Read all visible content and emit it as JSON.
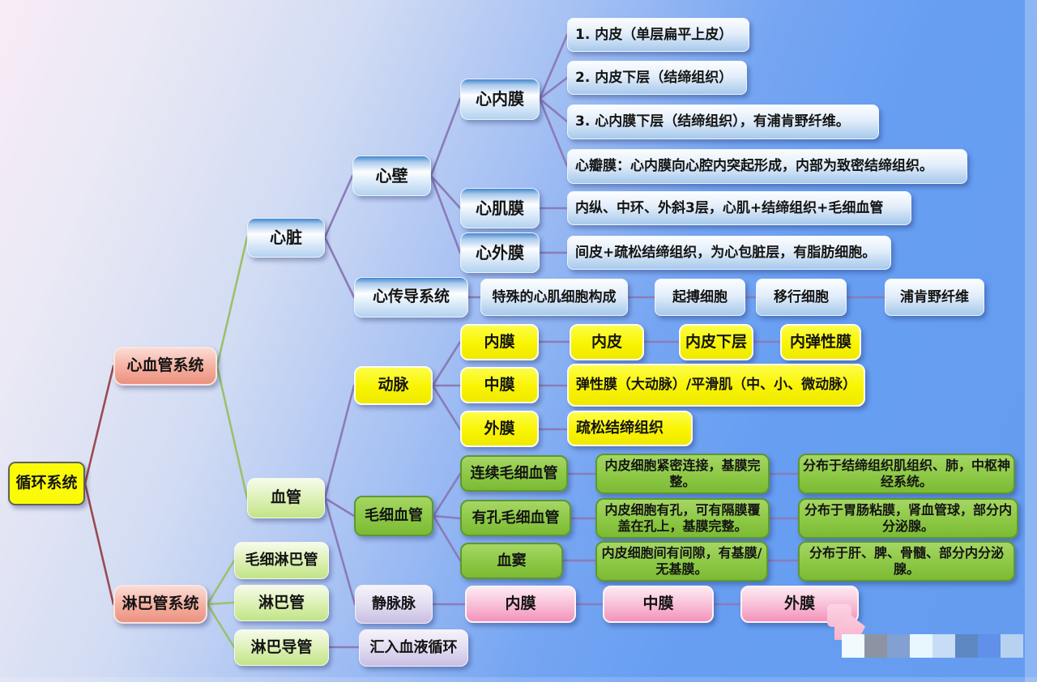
{
  "mindmap": {
    "root": "循环系统",
    "cardiovascular": {
      "label": "心血管系统",
      "heart": {
        "label": "心脏",
        "wall": {
          "label": "心壁",
          "endocardium": {
            "label": "心内膜",
            "items": [
              "1. 内皮（单层扁平上皮）",
              "2. 内皮下层（结缔组织）",
              "3. 心内膜下层（结缔组织），有浦肯野纤维。",
              "心瓣膜：心内膜向心腔内突起形成，内部为致密结缔组织。"
            ]
          },
          "myocardium": {
            "label": "心肌膜",
            "desc": "内纵、中环、外斜3层，心肌+结缔组织+毛细血管"
          },
          "epicardium": {
            "label": "心外膜",
            "desc": "间皮+疏松结缔组织，为心包脏层，有脂肪细胞。"
          }
        },
        "conduction": {
          "label": "心传导系统",
          "desc": "特殊的心肌细胞构成",
          "cells": [
            "起搏细胞",
            "移行细胞",
            "浦肯野纤维"
          ]
        }
      },
      "vessels": {
        "label": "血管",
        "artery": {
          "label": "动脉",
          "intima": {
            "label": "内膜",
            "layers": [
              "内皮",
              "内皮下层",
              "内弹性膜"
            ]
          },
          "media": {
            "label": "中膜",
            "desc": "弹性膜（大动脉）/平滑肌（中、小、微动脉）"
          },
          "adventitia": {
            "label": "外膜",
            "desc": "疏松结缔组织"
          }
        },
        "capillary": {
          "label": "毛细血管",
          "types": [
            {
              "label": "连续毛细血管",
              "desc": "内皮细胞紧密连接，基膜完整。",
              "distribution": "分布于结缔组织肌组织、肺，中枢神经系统。"
            },
            {
              "label": "有孔毛细血管",
              "desc": "内皮细胞有孔，可有隔膜覆盖在孔上，基膜完整。",
              "distribution": "分布于胃肠粘膜，肾血管球，部分内分泌腺。"
            },
            {
              "label": "血窦",
              "desc": "内皮细胞间有间隙，有基膜/无基膜。",
              "distribution": "分布于肝、脾、骨髓、部分内分泌腺。"
            }
          ]
        },
        "vein": {
          "label": "静脉脉",
          "layers": [
            "内膜",
            "中膜",
            "外膜"
          ]
        }
      }
    },
    "lymphatic": {
      "label": "淋巴管系统",
      "children": [
        {
          "label": "毛细淋巴管"
        },
        {
          "label": "淋巴管"
        },
        {
          "label": "淋巴导管",
          "desc": "汇入血液循环"
        }
      ]
    }
  },
  "colors": {
    "background_blue": "#679ef2",
    "background_pink": "#f8ecf6",
    "node_blue_bottom": "#b3d2f0",
    "node_yellow": "#f9f400",
    "node_green": "#8cc845",
    "node_lightgreen": "#c2e486",
    "node_pinkred": "#ec9180",
    "node_pink": "#f392ba",
    "node_lavender": "#c8bee3",
    "edge_purple": "#8a7cb8",
    "edge_green": "#9cc06a",
    "edge_maroon": "#9a4a52"
  },
  "watermark": {
    "mosaic_colors": [
      "#f0faff",
      "#8c94a4",
      "#82a0d2",
      "#e8f7fe",
      "#c6ddf5",
      "#5e88c2",
      "#6190ea",
      "#b6d2f0"
    ]
  }
}
